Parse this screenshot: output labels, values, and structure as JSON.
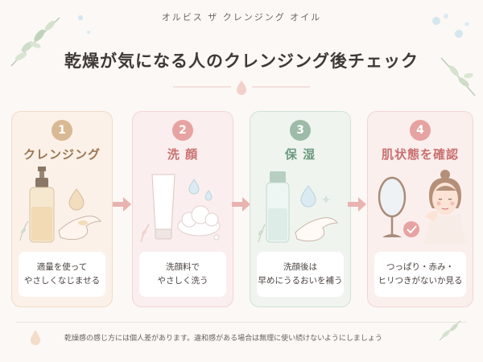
{
  "header": {
    "subtitle": "オルビス ザ クレンジング オイル",
    "title": "乾燥が気になる人のクレンジング後チェック"
  },
  "steps": [
    {
      "number": "1",
      "name": "クレンジング",
      "desc_line1": "適量を使って",
      "desc_line2": "やさしくなじませる",
      "color": "#c9a782",
      "bg": "#fbf1e8",
      "border": "#f0dccb"
    },
    {
      "number": "2",
      "name": "洗 顔",
      "desc_line1": "洗顔料で",
      "desc_line2": "やさしく洗う",
      "color": "#d98b8b",
      "bg": "#fbeeee",
      "border": "#f2d6d4"
    },
    {
      "number": "3",
      "name": "保 湿",
      "desc_line1": "洗顔後は",
      "desc_line2": "早めにうるおいを補う",
      "color": "#8fb09c",
      "bg": "#eff4ef",
      "border": "#d3e2d6"
    },
    {
      "number": "4",
      "name": "肌状態を確認",
      "desc_line1": "つっぱり・赤み・",
      "desc_line2": "ヒリつきがないか見る",
      "color": "#d98b8b",
      "bg": "#fbefee",
      "border": "#f2d6d4"
    }
  ],
  "footer": {
    "note": "乾燥感の感じ方には個人差があります。違和感がある場合は無理に使い続けないようにしましょう"
  },
  "colors": {
    "arrow": "#e9b3b0",
    "background": "#fbf8f5"
  }
}
